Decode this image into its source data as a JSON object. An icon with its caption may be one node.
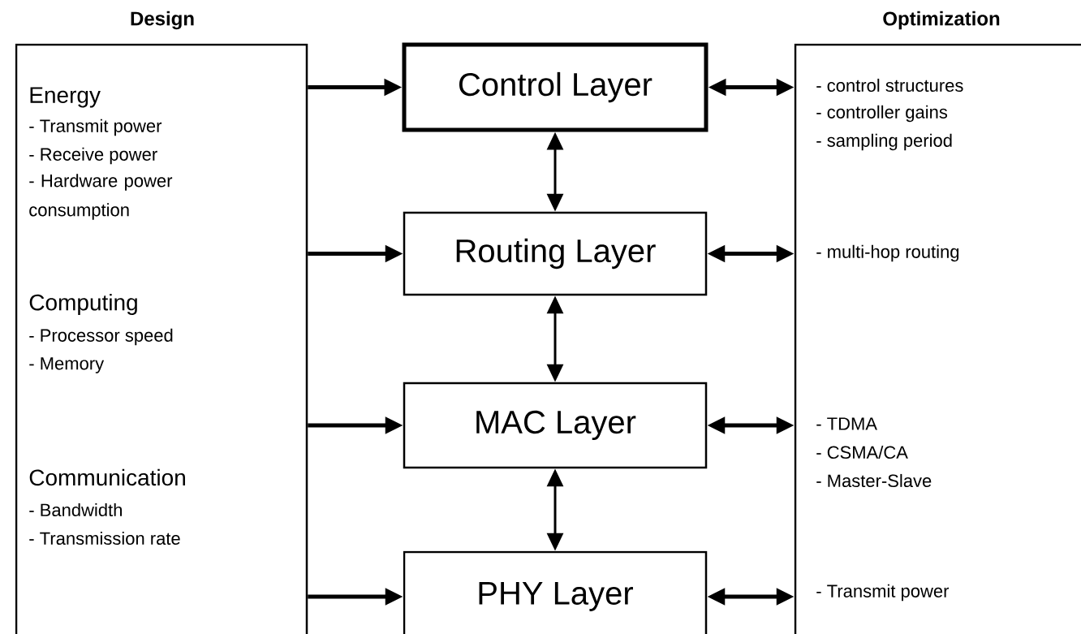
{
  "diagram": {
    "nodes": [
      {
        "text": [
          "Design",
          "Energy",
          "- Transmit power",
          "- Receive power",
          "- Hardware power consumption",
          "Computing",
          "- Processor speed",
          "- Memory",
          "Communication",
          "- Bandwidth",
          "- Transmission rate"
        ]
      },
      {
        "text": [
          "Control Layer"
        ]
      },
      {
        "text": [
          "Routing Layer"
        ]
      },
      {
        "text": [
          "MAC Layer"
        ]
      },
      {
        "text": [
          "PHY Layer"
        ]
      },
      {
        "text": [
          "Optimization",
          "- control structures",
          "- controller gains",
          "- sampling period",
          "- multi-hop routing",
          "- TDMA",
          "- CSMA/CA",
          "- Master-Slave",
          "- Transmit power"
        ]
      }
    ],
    "edges": [
      {
        "from": 0,
        "to": 1,
        "arrow": "to"
      },
      {
        "from": 0,
        "to": 2,
        "arrow": "to"
      },
      {
        "from": 0,
        "to": 3,
        "arrow": "to"
      },
      {
        "from": 0,
        "to": 4,
        "arrow": "to"
      },
      {
        "from": 1,
        "to": 2,
        "arrow": "both"
      },
      {
        "from": 2,
        "to": 3,
        "arrow": "both"
      },
      {
        "from": 3,
        "to": 4,
        "arrow": "both"
      },
      {
        "from": 1,
        "to": 5,
        "arrow": "both"
      },
      {
        "from": 2,
        "to": 5,
        "arrow": "both"
      },
      {
        "from": 3,
        "to": 5,
        "arrow": "both"
      },
      {
        "from": 4,
        "to": 5,
        "arrow": "both"
      }
    ]
  }
}
